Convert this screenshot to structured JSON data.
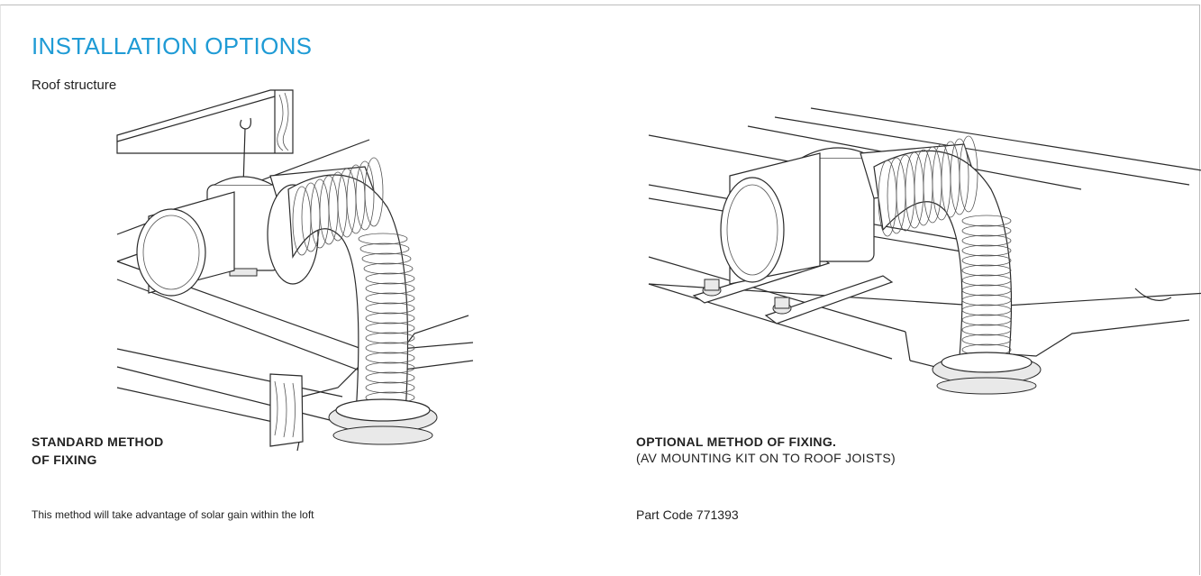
{
  "page": {
    "title": "INSTALLATION OPTIONS",
    "subtitle": "Roof structure"
  },
  "standard": {
    "heading_line1": "STANDARD METHOD",
    "heading_line2": "OF FIXING",
    "note": "This method will take advantage of solar gain within the loft"
  },
  "optional": {
    "heading": "OPTIONAL METHOD OF FIXING.",
    "subheading": "(AV MOUNTING KIT ON TO ROOF JOISTS)",
    "part_code": "Part Code 771393"
  },
  "colors": {
    "title": "#1f9bd5",
    "text": "#222222",
    "border": "#bdbdbd"
  }
}
